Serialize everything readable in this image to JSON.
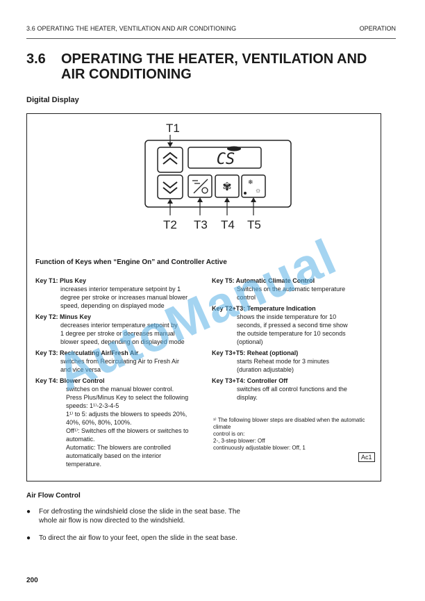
{
  "header": {
    "left": "3.6 OPERATING THE HEATER, VENTILATION AND AIR CONDITIONING",
    "right": "OPERATION"
  },
  "section": {
    "number": "3.6",
    "title": "OPERATING THE HEATER, VENTILATION AND AIR CONDITIONING"
  },
  "digital_display": {
    "heading": "Digital Display",
    "panel": {
      "display_text": "CS",
      "callouts": [
        "T1",
        "T2",
        "T3",
        "T4",
        "T5"
      ]
    },
    "functions_title": "Function of Keys when “Engine On” and Controller Active",
    "keys_left": [
      {
        "head": "Key T1: Plus Key",
        "desc": "increases interior temperature setpoint by 1\ndegree per stroke or increases manual blower\nspeed, depending on displayed mode"
      },
      {
        "head": "Key T2: Minus Key",
        "desc": "decreases interior temperature setpoint by\n1 degree per stroke or decreases manual\nblower speed, depending on displayed mode"
      },
      {
        "head": "Key T3: Recirculating Air/Fresh Air",
        "desc": "switches from Recirculating Air to Fresh Air\nand vice versa"
      },
      {
        "head": "Key T4:  Blower Control",
        "desc": "switches on the manual blower control.\nPress Plus/Minus Key to select the following\nspeeds: 1¹⁾-2-3-4-5\n1¹⁾ to 5: adjusts the blowers  to speeds 20%,\n40%, 60%, 80%, 100%.\nOff¹⁾: Switches off the blowers or switches to\nautomatic.\nAutomatic: The blowers are controlled\nautomatically based on the interior\ntemperature."
      }
    ],
    "keys_right": [
      {
        "head": "Key T5:  Automatic Climate Control",
        "desc": "Switches on the automatic temperature\ncontrol"
      },
      {
        "head": "Key T2+T3:  Temperature Indication",
        "desc": "shows the inside temperature for 10\nseconds, if pressed a second time show\nthe outside temperature for 10 seconds\n(optional)"
      },
      {
        "head": "Key T3+T5:  Reheat (optional)",
        "desc": "starts Reheat mode for 3 minutes\n(duration adjustable)"
      },
      {
        "head": "Key T3+T4:  Controller Off",
        "desc": "switches off all control functions and the\ndisplay."
      }
    ],
    "footnote": "¹⁾ The following blower steps are disabled when the automatic climate\n    control is on:\n          2-, 3-step blower: Off\n          continuously adjustable blower:  Off, 1",
    "figure_id": "Ac1",
    "watermark": "AutoManual"
  },
  "air_flow": {
    "heading": "Air Flow Control",
    "bullets": [
      "For defrosting the windshield close the slide in the seat base. The whole air flow is now directed to the windshield.",
      "To direct the air flow to your feet, open the slide in the seat base."
    ]
  },
  "page_number": "200"
}
